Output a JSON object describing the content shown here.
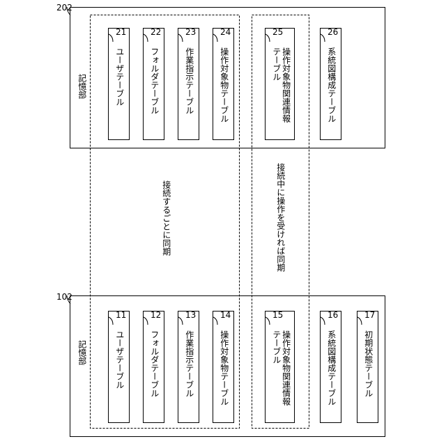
{
  "storage_units": [
    {
      "ref": "202",
      "label": "記憶部",
      "tables": [
        {
          "number": "21",
          "label": "ユーザテーブル"
        },
        {
          "number": "22",
          "label": "フォルダテーブル"
        },
        {
          "number": "23",
          "label": "作業指示テーブル"
        },
        {
          "number": "24",
          "label": "操作対象物テーブル"
        },
        {
          "number": "25",
          "label": "操作対象物関連情報\nテーブル"
        },
        {
          "number": "26",
          "label": "系統図構成テーブル"
        }
      ]
    },
    {
      "ref": "102",
      "label": "記憶部",
      "tables": [
        {
          "number": "11",
          "label": "ユーザテーブル"
        },
        {
          "number": "12",
          "label": "フォルダテーブル"
        },
        {
          "number": "13",
          "label": "作業指示テーブル"
        },
        {
          "number": "14",
          "label": "操作対象物テーブル"
        },
        {
          "number": "15",
          "label": "操作対象物関連情報\nテーブル"
        },
        {
          "number": "16",
          "label": "系統図構成テーブル"
        },
        {
          "number": "17",
          "label": "初期状態テーブル"
        }
      ]
    }
  ],
  "sync_groups": [
    {
      "label": "接続するごとに同期"
    },
    {
      "label": "接続中に操作を受ければ同期"
    }
  ]
}
